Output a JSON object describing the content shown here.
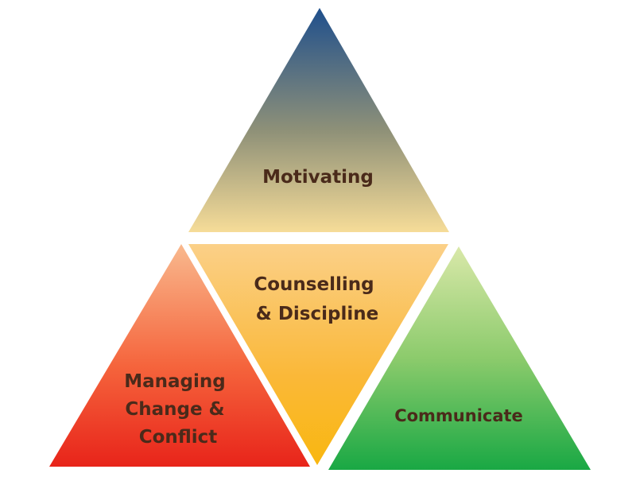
{
  "diagram": {
    "top": {
      "lines": [
        "Motivating"
      ],
      "gradient": [
        "#1f4f8c",
        "#8f9178",
        "#f6dc98"
      ]
    },
    "center": {
      "lines": [
        "Counselling",
        "& Discipline"
      ],
      "gradient": [
        "#fbd088",
        "#fab838",
        "#f9b710"
      ]
    },
    "left": {
      "lines": [
        "Managing",
        "Change  &",
        "Conflict"
      ],
      "gradient": [
        "#f9b98e",
        "#f5643c",
        "#e8241a"
      ]
    },
    "right": {
      "lines": [
        "Communicate"
      ],
      "gradient": [
        "#d9e8a9",
        "#8ccb6c",
        "#19a844"
      ]
    }
  }
}
